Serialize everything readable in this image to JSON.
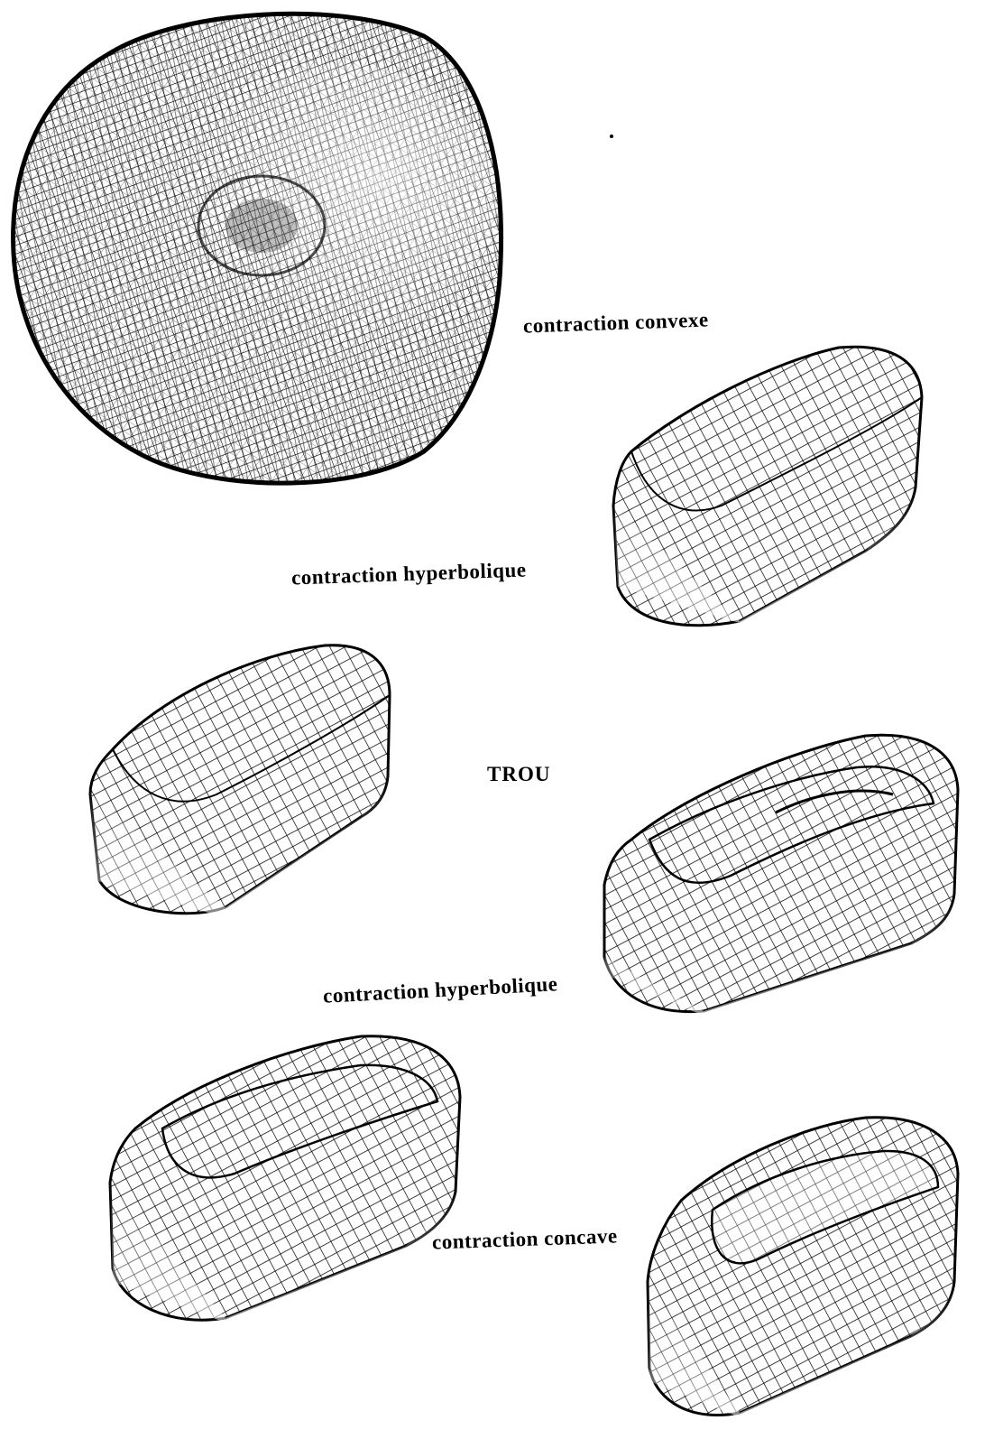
{
  "labels": {
    "convexe": "contraction convexe",
    "hyperbolique_1": "contraction hyperbolique",
    "trou": "TROU",
    "hyperbolique_2": "contraction hyperbolique",
    "concave": "contraction concave"
  },
  "figures": [
    {
      "name": "sphere-mesh",
      "shape": "dimpled sphere"
    },
    {
      "name": "block-mesh-1",
      "shape": "rounded block with shallow depression"
    },
    {
      "name": "block-mesh-2",
      "shape": "rounded block with saddle"
    },
    {
      "name": "block-mesh-3",
      "shape": "rounded block with deep saddle"
    },
    {
      "name": "block-mesh-4",
      "shape": "rounded block with groove"
    },
    {
      "name": "block-mesh-5",
      "shape": "rounded block with through-hole"
    }
  ],
  "colors": {
    "ink": "#000000",
    "paper": "#ffffff"
  }
}
